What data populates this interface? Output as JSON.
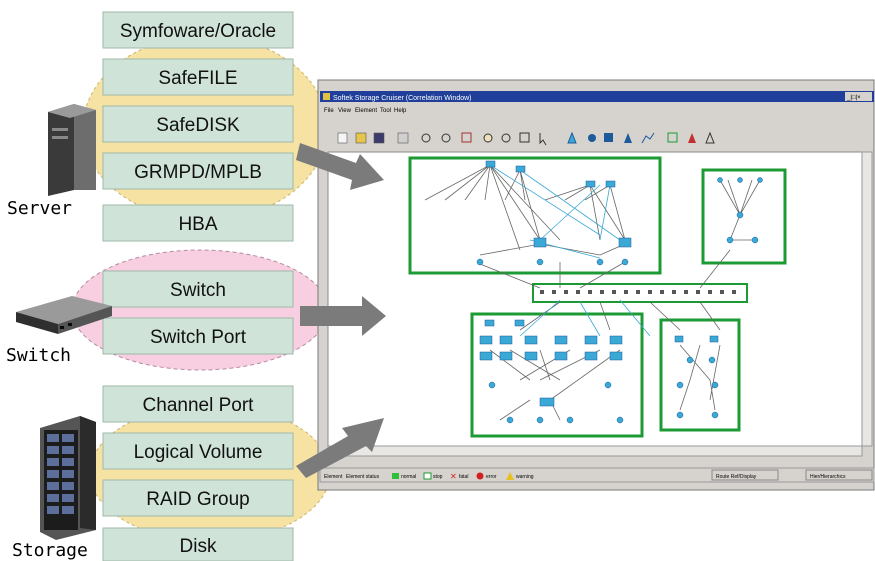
{
  "layers": {
    "server": [
      "Symfoware/Oracle",
      "SafeFILE",
      "SafeDISK",
      "GRMPD/MPLB",
      "HBA"
    ],
    "switch": [
      "Switch",
      "Switch Port"
    ],
    "storage": [
      "Channel Port",
      "Logical Volume",
      "RAID Group",
      "Disk"
    ]
  },
  "devices": {
    "server": "Server",
    "switch": "Switch",
    "storage": "Storage"
  },
  "window": {
    "title": "Softek Storage Cruiser (Correlation Window)",
    "controls": "_|□|×",
    "menu": [
      "File",
      "View",
      "Element",
      "Tool",
      "Help"
    ],
    "status": {
      "items": [
        "Element",
        "Element status",
        "normal",
        "stop",
        "fatal",
        "error",
        "warning",
        "Route Ref/Display",
        "Hier/Hierarchics"
      ]
    }
  },
  "colors": {
    "ellipse_yellow": "#f6e3a4",
    "ellipse_pink": "#f7cfe0",
    "layer_box": "#cfe3d8",
    "group_green": "#1c9a33",
    "title_bar": "#1f3f9a",
    "node_blue": "#3ba9d6"
  }
}
